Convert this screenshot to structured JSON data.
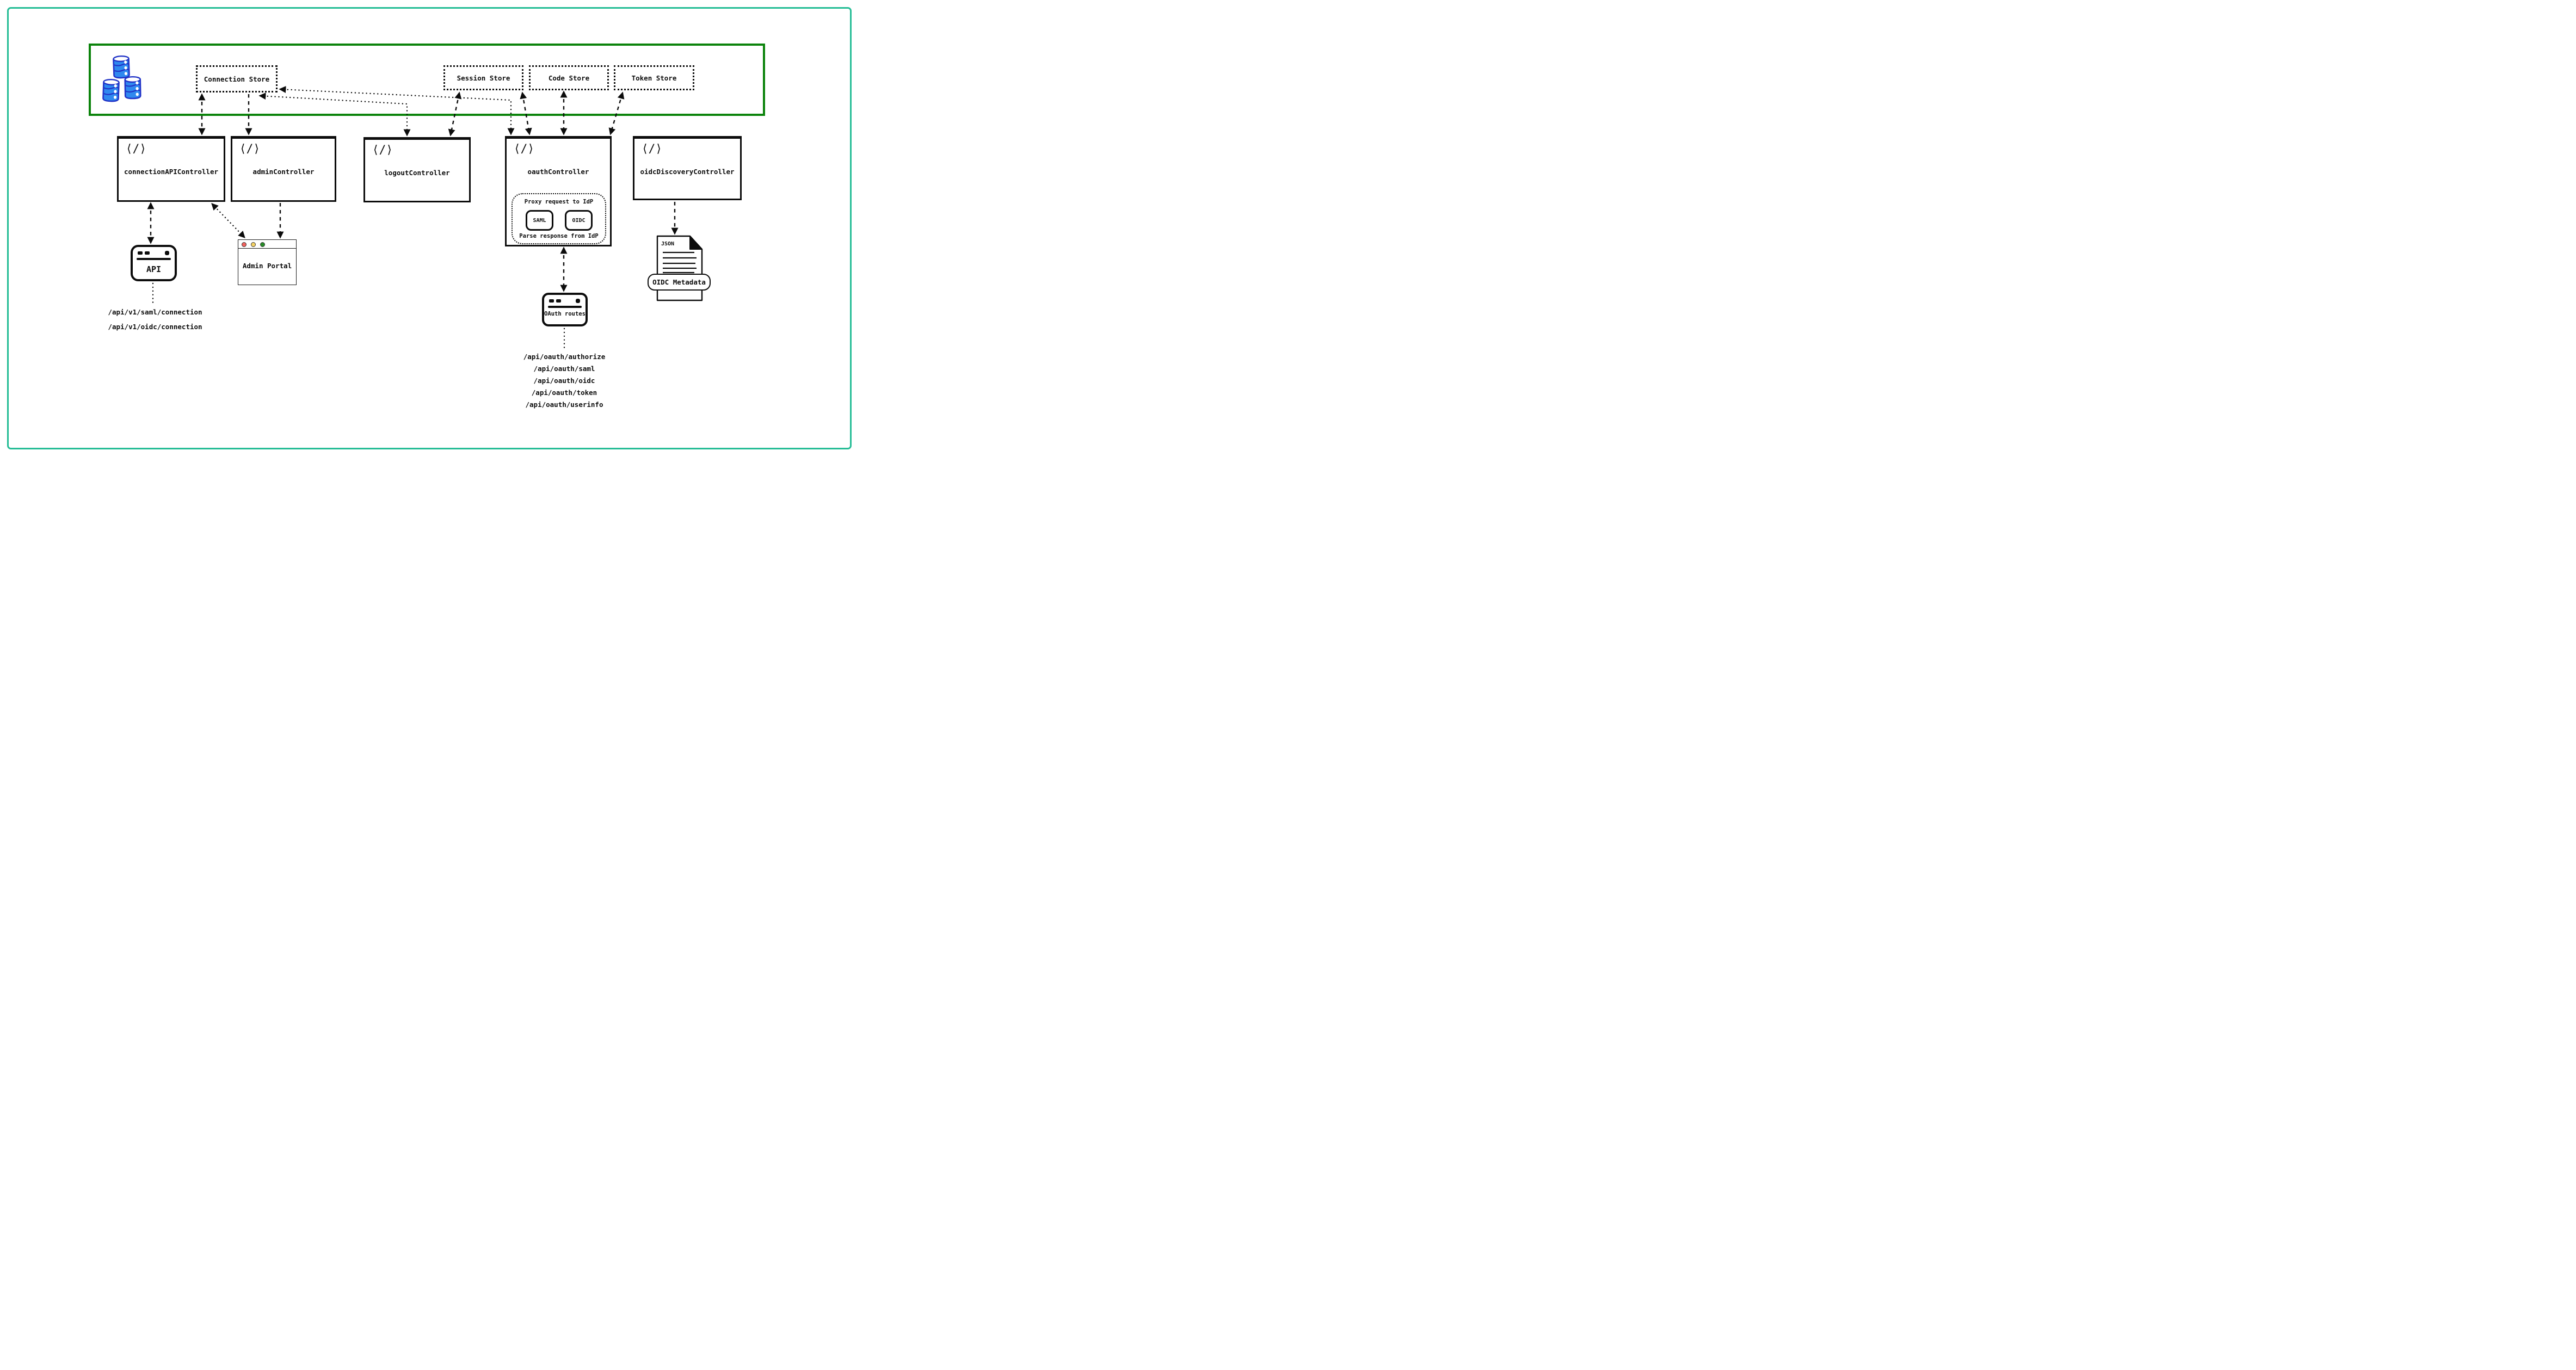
{
  "colors": {
    "ink": "#0c0c0c",
    "outer_border": "#26bd96",
    "store_zone_border": "#0b830b",
    "db_fill": "#2f89ef",
    "db_outline": "#2133c7",
    "traffic_red": "#f2625d",
    "traffic_yellow": "#f5d263",
    "traffic_green": "#278c27"
  },
  "glyphs": {
    "code": "⟨/⟩"
  },
  "stores": {
    "connection": "Connection Store",
    "session": "Session Store",
    "code": "Code Store",
    "token": "Token Store"
  },
  "controllers": {
    "connection_api": "connectionAPIController",
    "admin": "adminController",
    "logout": "logoutController",
    "oauth": "oauthController",
    "oidc_discovery": "oidcDiscoveryController"
  },
  "oauth_proxy": {
    "request": "Proxy request to IdP",
    "saml": "SAML",
    "oidc": "OIDC",
    "response": "Parse response from IdP"
  },
  "clients": {
    "api_window": "API",
    "admin_portal": "Admin Portal",
    "oauth_routes": "OAuth routes",
    "oidc_metadata": "OIDC Metadata",
    "json_doc_tag": "JSON"
  },
  "endpoints": {
    "connection_api": [
      "/api/v1/saml/connection",
      "/api/v1/oidc/connection"
    ],
    "oauth": [
      "/api/oauth/authorize",
      "/api/oauth/saml",
      "/api/oauth/oidc",
      "/api/oauth/token",
      "/api/oauth/userinfo"
    ]
  }
}
